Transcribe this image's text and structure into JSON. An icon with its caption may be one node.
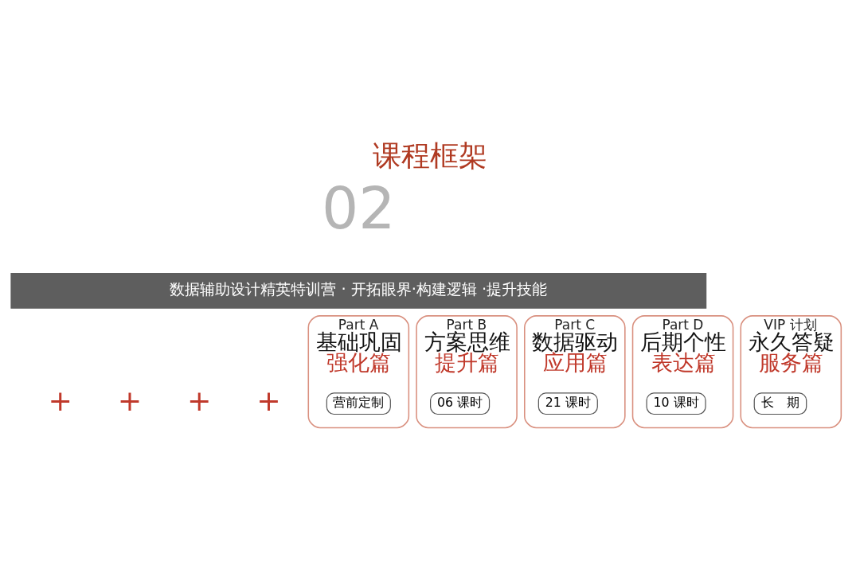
{
  "diagram": {
    "title": "课程框架",
    "nodes": [
      {
        "text": [
          "数据辅助设计精英特训营 · 开拓眼界·构建逻辑 ·提升技能"
        ]
      },
      {
        "text": [
          "Part A",
          "基础巩固",
          "强化篇"
        ]
      },
      {
        "text": [
          "营前定制"
        ],
        "in": 1
      },
      {
        "text": [
          "Part B",
          "方案思维",
          "提升篇"
        ]
      },
      {
        "text": [
          "06 课时"
        ],
        "in": 3
      },
      {
        "text": [
          "Part C",
          "数据驱动",
          "应用篇"
        ]
      },
      {
        "text": [
          "21 课时"
        ],
        "in": 5
      },
      {
        "text": [
          "Part D",
          "后期个性",
          "表达篇"
        ]
      },
      {
        "text": [
          "10 课时"
        ],
        "in": 7
      },
      {
        "text": [
          "VIP 计划",
          "永久答疑",
          "服务篇"
        ]
      },
      {
        "text": [
          "长　期"
        ],
        "in": 9
      }
    ],
    "edges": [],
    "labels": [
      "02",
      "+",
      "+",
      "+",
      "+"
    ]
  }
}
